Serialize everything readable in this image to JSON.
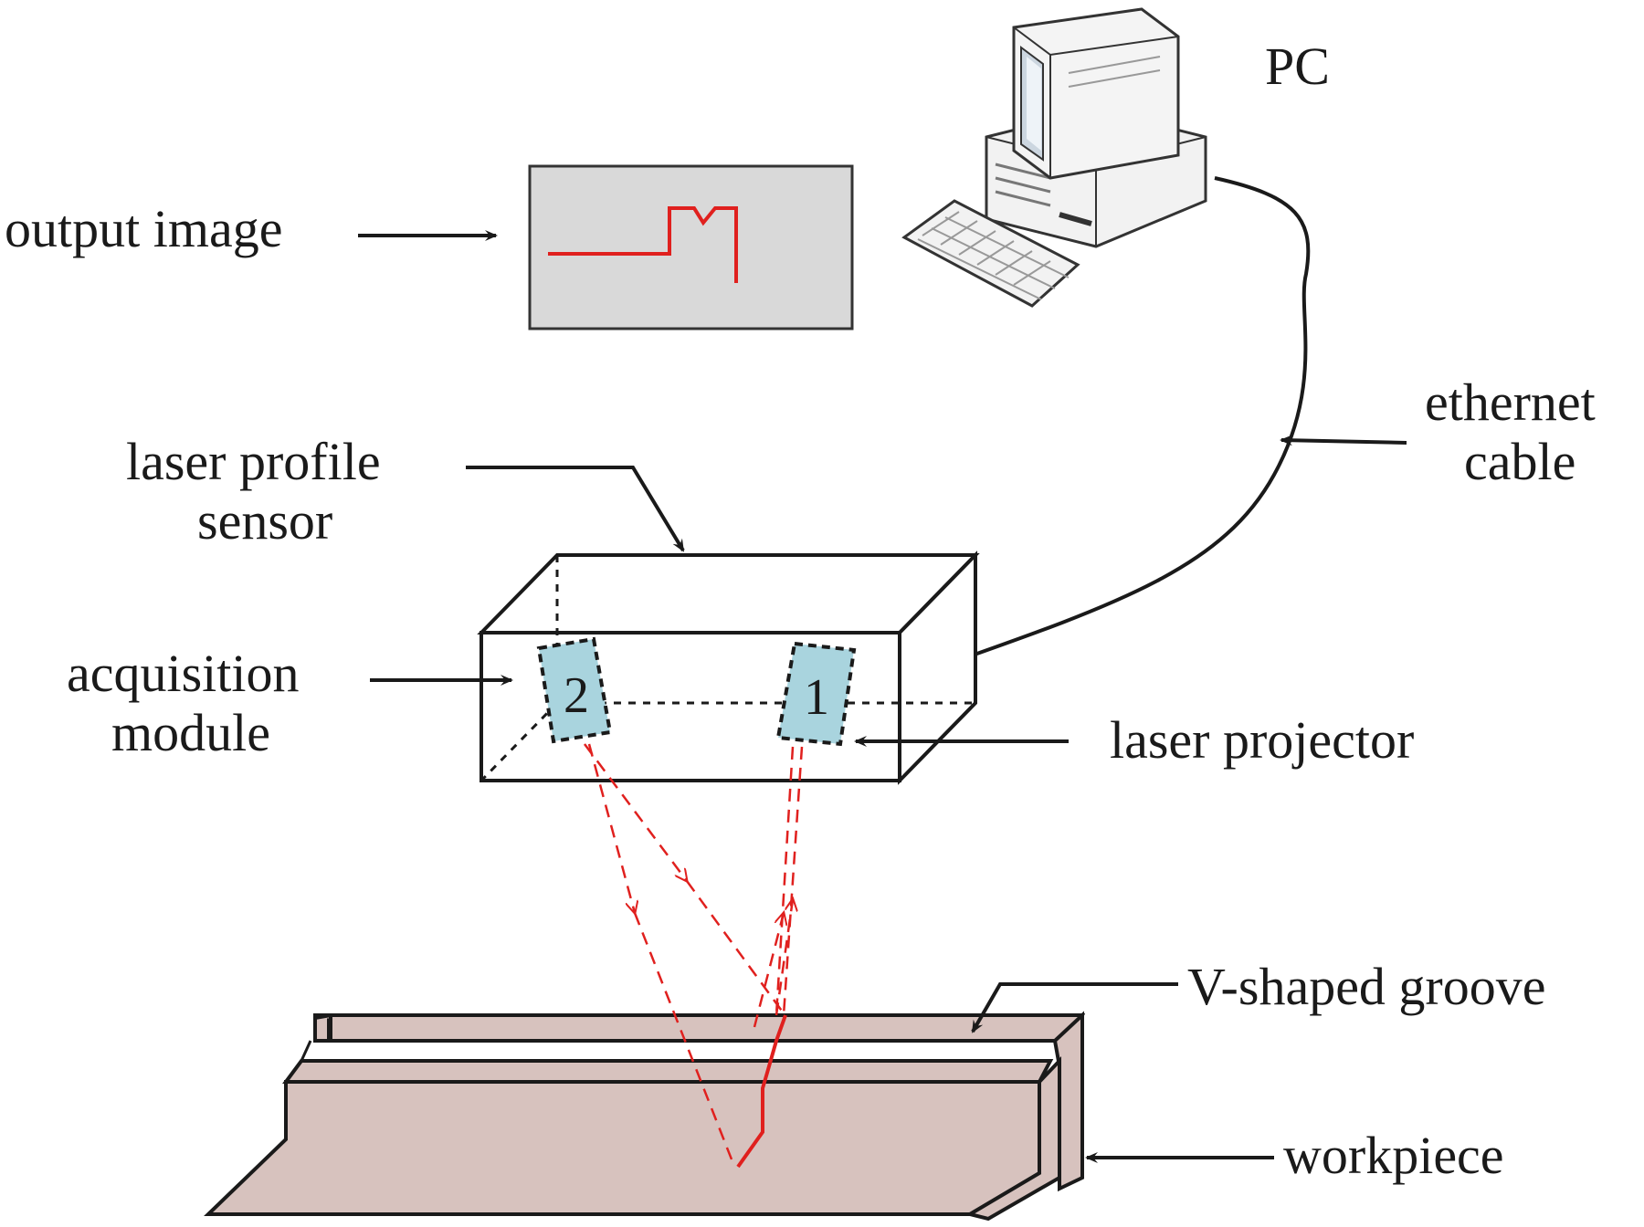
{
  "labels": {
    "pc": "PC",
    "output_image": "output image",
    "ethernet_cable": [
      "ethernet",
      "cable"
    ],
    "laser_profile_sensor": [
      "laser profile",
      "sensor"
    ],
    "acquisition_module": [
      "acquisition",
      "module"
    ],
    "laser_projector": "laser projector",
    "v_groove": "V-shaped groove",
    "workpiece": "workpiece"
  },
  "modules": {
    "acquisition_number": "2",
    "projector_number": "1"
  },
  "colors": {
    "laser_red": "#e0201e",
    "module_fill": "#a9d4de",
    "workpiece_fill": "#d7c2be",
    "screen_fill": "#d9d9d9",
    "line": "#1a1a1a"
  },
  "icons": {
    "computer": "desktop-computer-icon"
  }
}
